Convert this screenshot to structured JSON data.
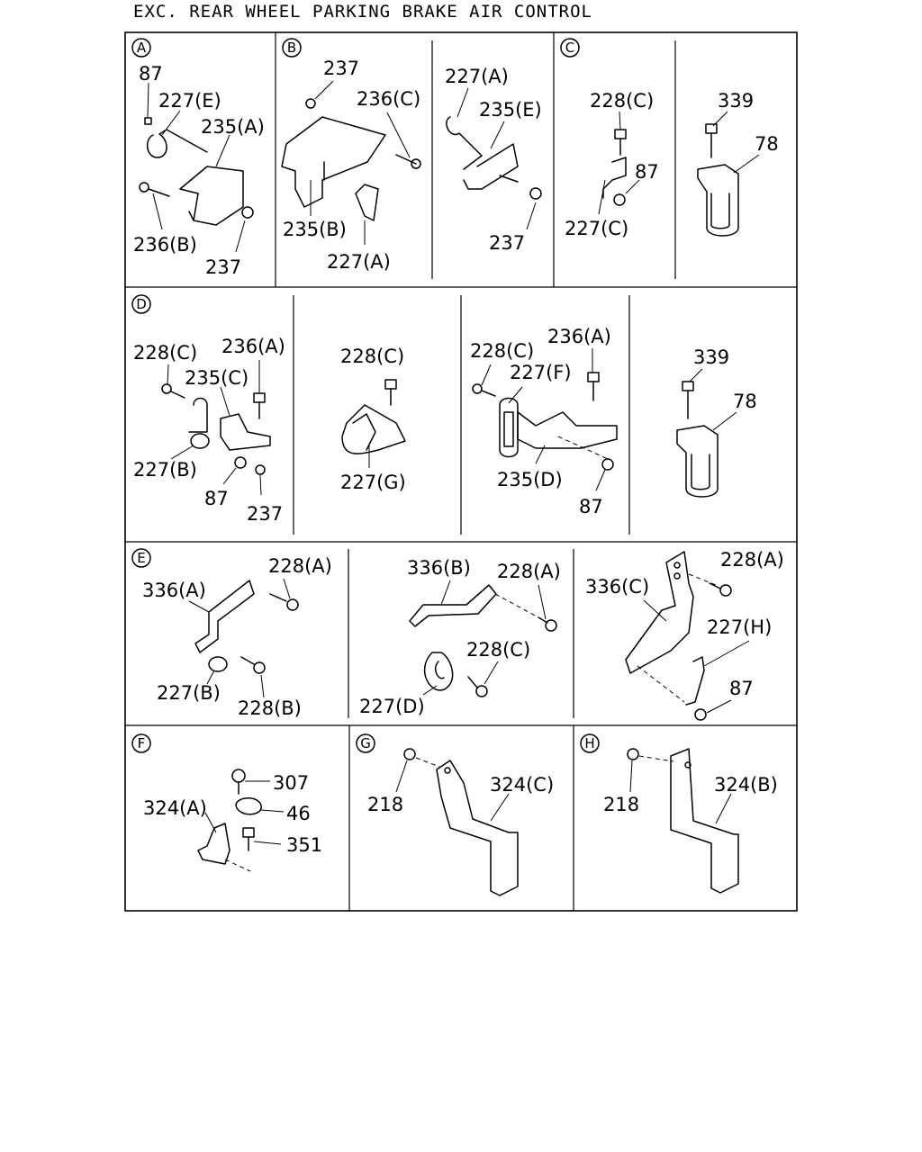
{
  "title": "EXC. REAR WHEEL PARKING BRAKE AIR CONTROL",
  "sections": {
    "A": {
      "letter": "A",
      "labels": [
        "87",
        "227(E)",
        "235(A)",
        "236(B)",
        "237"
      ]
    },
    "B": {
      "letter": "B",
      "labels": [
        "237",
        "236(C)",
        "235(B)",
        "227(A)",
        "227(A)",
        "235(E)",
        "237"
      ]
    },
    "C": {
      "letter": "C",
      "labels": [
        "228(C)",
        "87",
        "227(C)",
        "339",
        "78"
      ]
    },
    "D": {
      "letter": "D",
      "labels": [
        "228(C)",
        "236(A)",
        "235(C)",
        "227(B)",
        "87",
        "237",
        "228(C)",
        "227(G)",
        "228(C)",
        "236(A)",
        "227(F)",
        "235(D)",
        "87",
        "339",
        "78"
      ]
    },
    "E": {
      "letter": "E",
      "labels": [
        "228(A)",
        "336(A)",
        "227(B)",
        "228(B)",
        "336(B)",
        "228(A)",
        "228(C)",
        "227(D)",
        "336(C)",
        "228(A)",
        "227(H)",
        "87"
      ]
    },
    "F": {
      "letter": "F",
      "labels": [
        "307",
        "324(A)",
        "46",
        "351"
      ]
    },
    "G": {
      "letter": "G",
      "labels": [
        "218",
        "324(C)"
      ]
    },
    "H": {
      "letter": "H",
      "labels": [
        "218",
        "324(B)"
      ]
    }
  }
}
